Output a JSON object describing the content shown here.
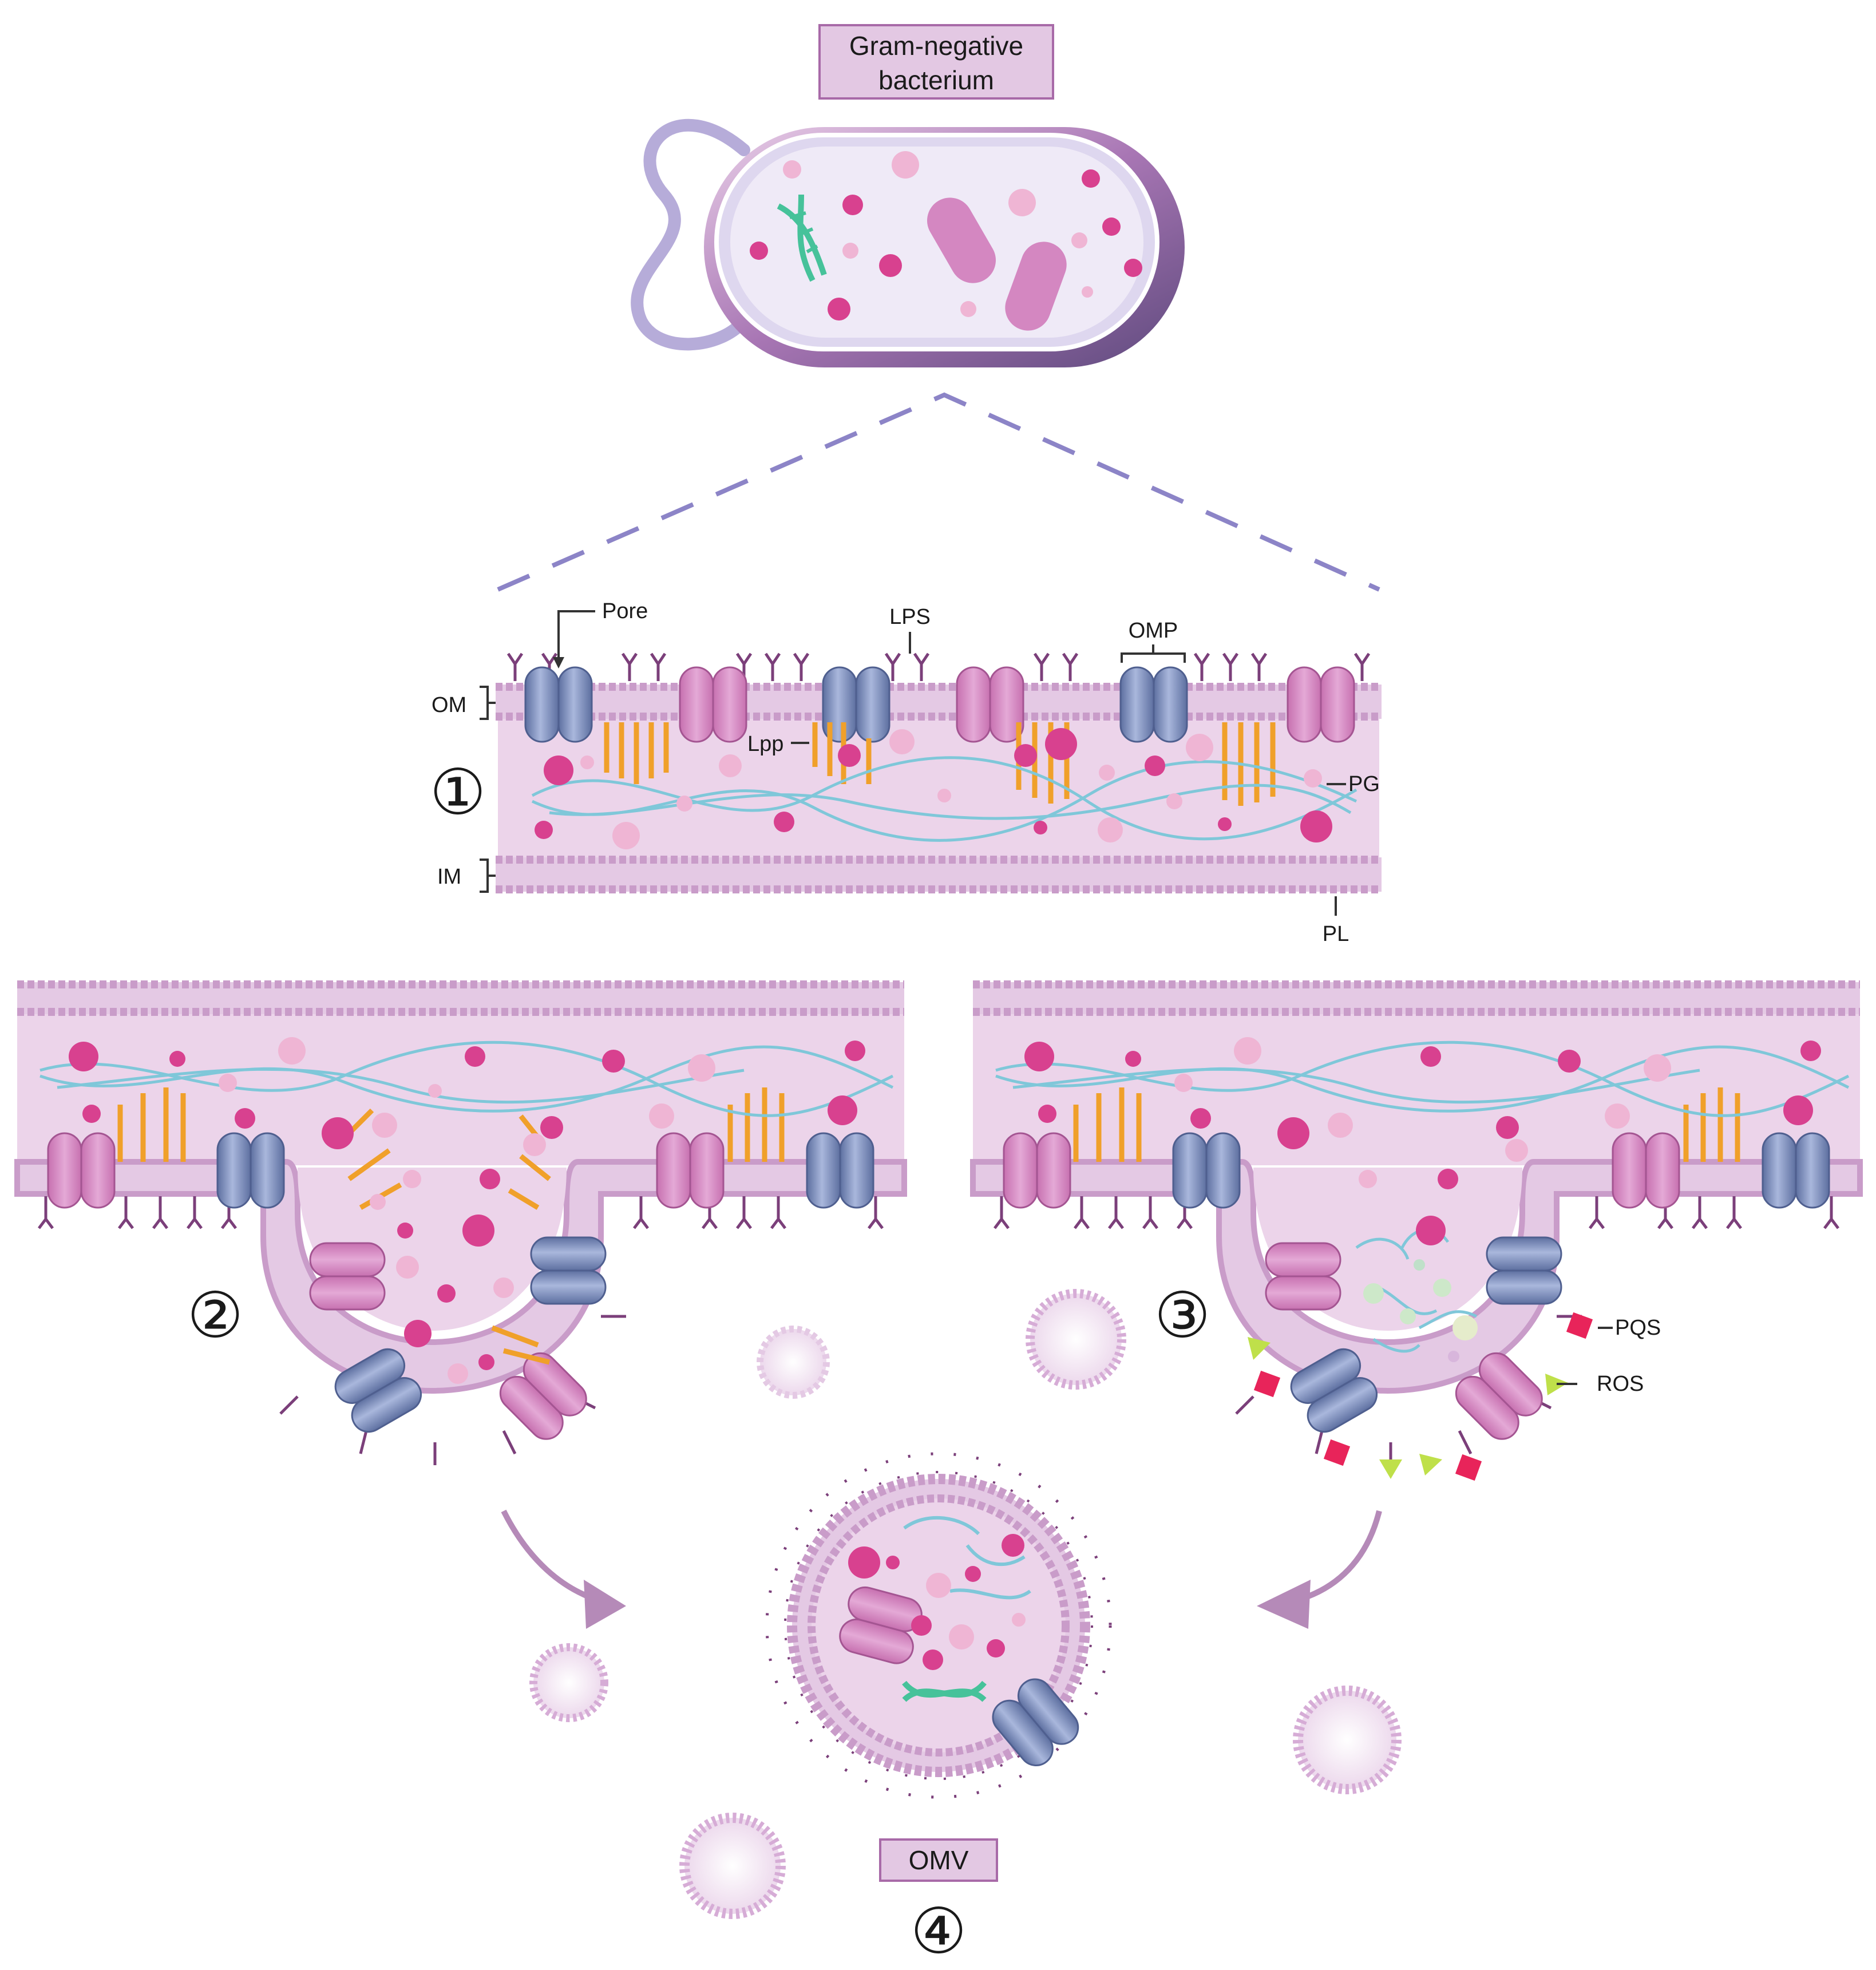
{
  "title_box": {
    "line1": "Gram-negative",
    "line2": "bacterium"
  },
  "labels": {
    "pore": "Pore",
    "lps": "LPS",
    "omp": "OMP",
    "om": "OM",
    "lpp": "Lpp",
    "pg": "PG",
    "im": "IM",
    "pl": "PL",
    "pqs": "PQS",
    "ros": "ROS",
    "omv": "OMV"
  },
  "steps": {
    "s1": "①",
    "s2": "②",
    "s3": "③",
    "s4": "④"
  },
  "colors": {
    "lipid": "#c99cc9",
    "lipid_light": "#e4c9e4",
    "periplasm": "#ecd4ea",
    "lps": "#7b3f7a",
    "blue_protein": "#7f92bf",
    "pink_protein": "#d487c1",
    "lpp": "#f0a02a",
    "pg": "#7fc7d9",
    "magenta": "#d8418f",
    "light_pink": "#efb5d4",
    "dna": "#46c29a",
    "pqs": "#e8245a",
    "ros": "#bfe04a",
    "arrow": "#b58ab8",
    "dash": "#8c84c7",
    "label_box": "#e3c8e3",
    "label_box_border": "#a86aa8"
  }
}
